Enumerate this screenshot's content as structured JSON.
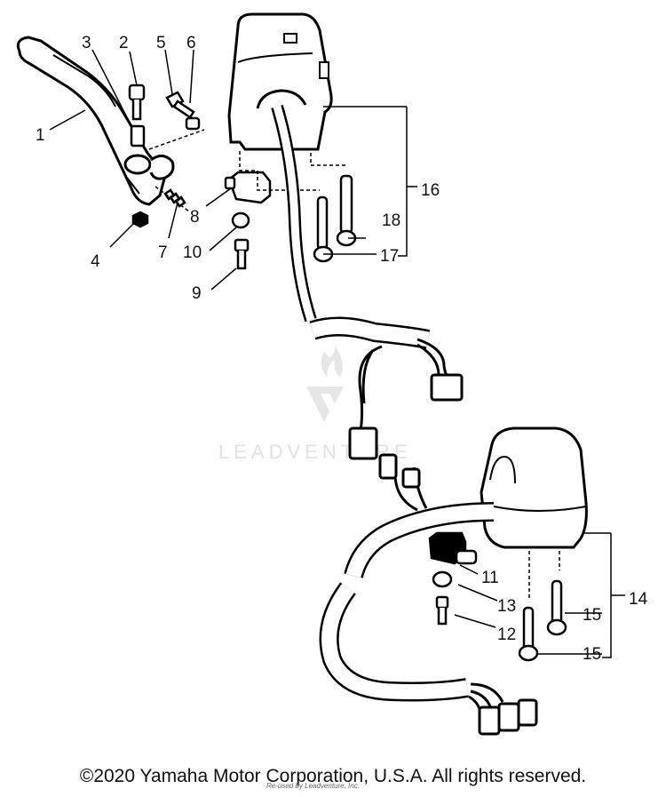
{
  "callouts": {
    "c1": "1",
    "c2": "2",
    "c3": "3",
    "c4": "4",
    "c5": "5",
    "c6": "6",
    "c7": "7",
    "c8": "8",
    "c9": "9",
    "c10": "10",
    "c11": "11",
    "c12": "12",
    "c13": "13",
    "c14": "14",
    "c15a": "15",
    "c15b": "15",
    "c16": "16",
    "c17": "17",
    "c18": "18"
  },
  "watermark": "LEADVENTURE",
  "copyright": "©2020 Yamaha Motor Corporation, U.S.A. All rights reserved.",
  "small_credit": "Re-used by Leadventure, Inc.",
  "icons": [
    "clutch-lever-icon",
    "handlebar-switch-icon",
    "wire-harness-icon",
    "connector-icon",
    "screw-icon"
  ]
}
